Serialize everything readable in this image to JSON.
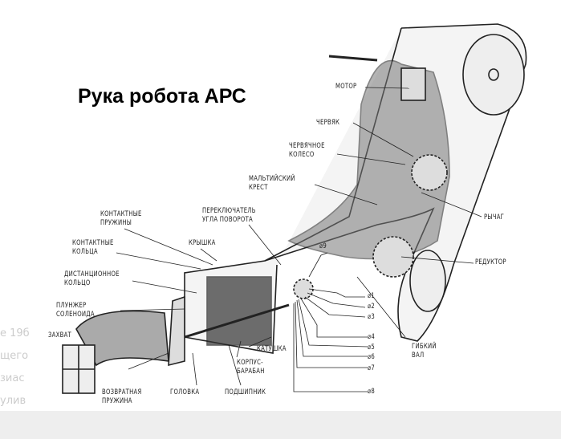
{
  "title": "Рука робота АРС",
  "labels": {
    "motor": "МОТОР",
    "worm": "ЧЕРВЯК",
    "worm_wheel": "ЧЕРВЯЧНОЕ\nКОЛЕСО",
    "maltese_cross": "МАЛЬТИЙСКИЙ\nКРЕСТ",
    "lever": "РЫЧАГ",
    "reducer": "РЕДУКТОР",
    "flex_shaft": "ГИБКИЙ\nВАЛ",
    "contact_springs": "КОНТАКТНЫЕ\nПРУЖИНЫ",
    "rotation_switch": "ПЕРЕКЛЮЧАТЕЛЬ\nУГЛА ПОВОРОТА",
    "cover": "КРЫШКА",
    "contact_rings": "КОНТАКТНЫЕ\nКОЛЬЦА",
    "spacer_ring": "ДИСТАНЦИОННОЕ\nКОЛЬЦО",
    "plunger": "ПЛУНЖЕР\nСОЛЕНОИДА",
    "gripper": "ЗАХВАТ",
    "coil": "КАТУШКА",
    "drum": "КОРПУС-\nБАРАБАН",
    "bearing": "ПОДШИПНИК",
    "head": "ГОЛОВКА",
    "return_spring": "ВОЗВРАТНАЯ\nПРУЖИНА"
  },
  "terminals": [
    "1",
    "2",
    "3",
    "4",
    "5",
    "6",
    "7",
    "8",
    "9"
  ],
  "background_fragments": [
    "е 19б",
    "щего",
    "зиас",
    "улив"
  ]
}
